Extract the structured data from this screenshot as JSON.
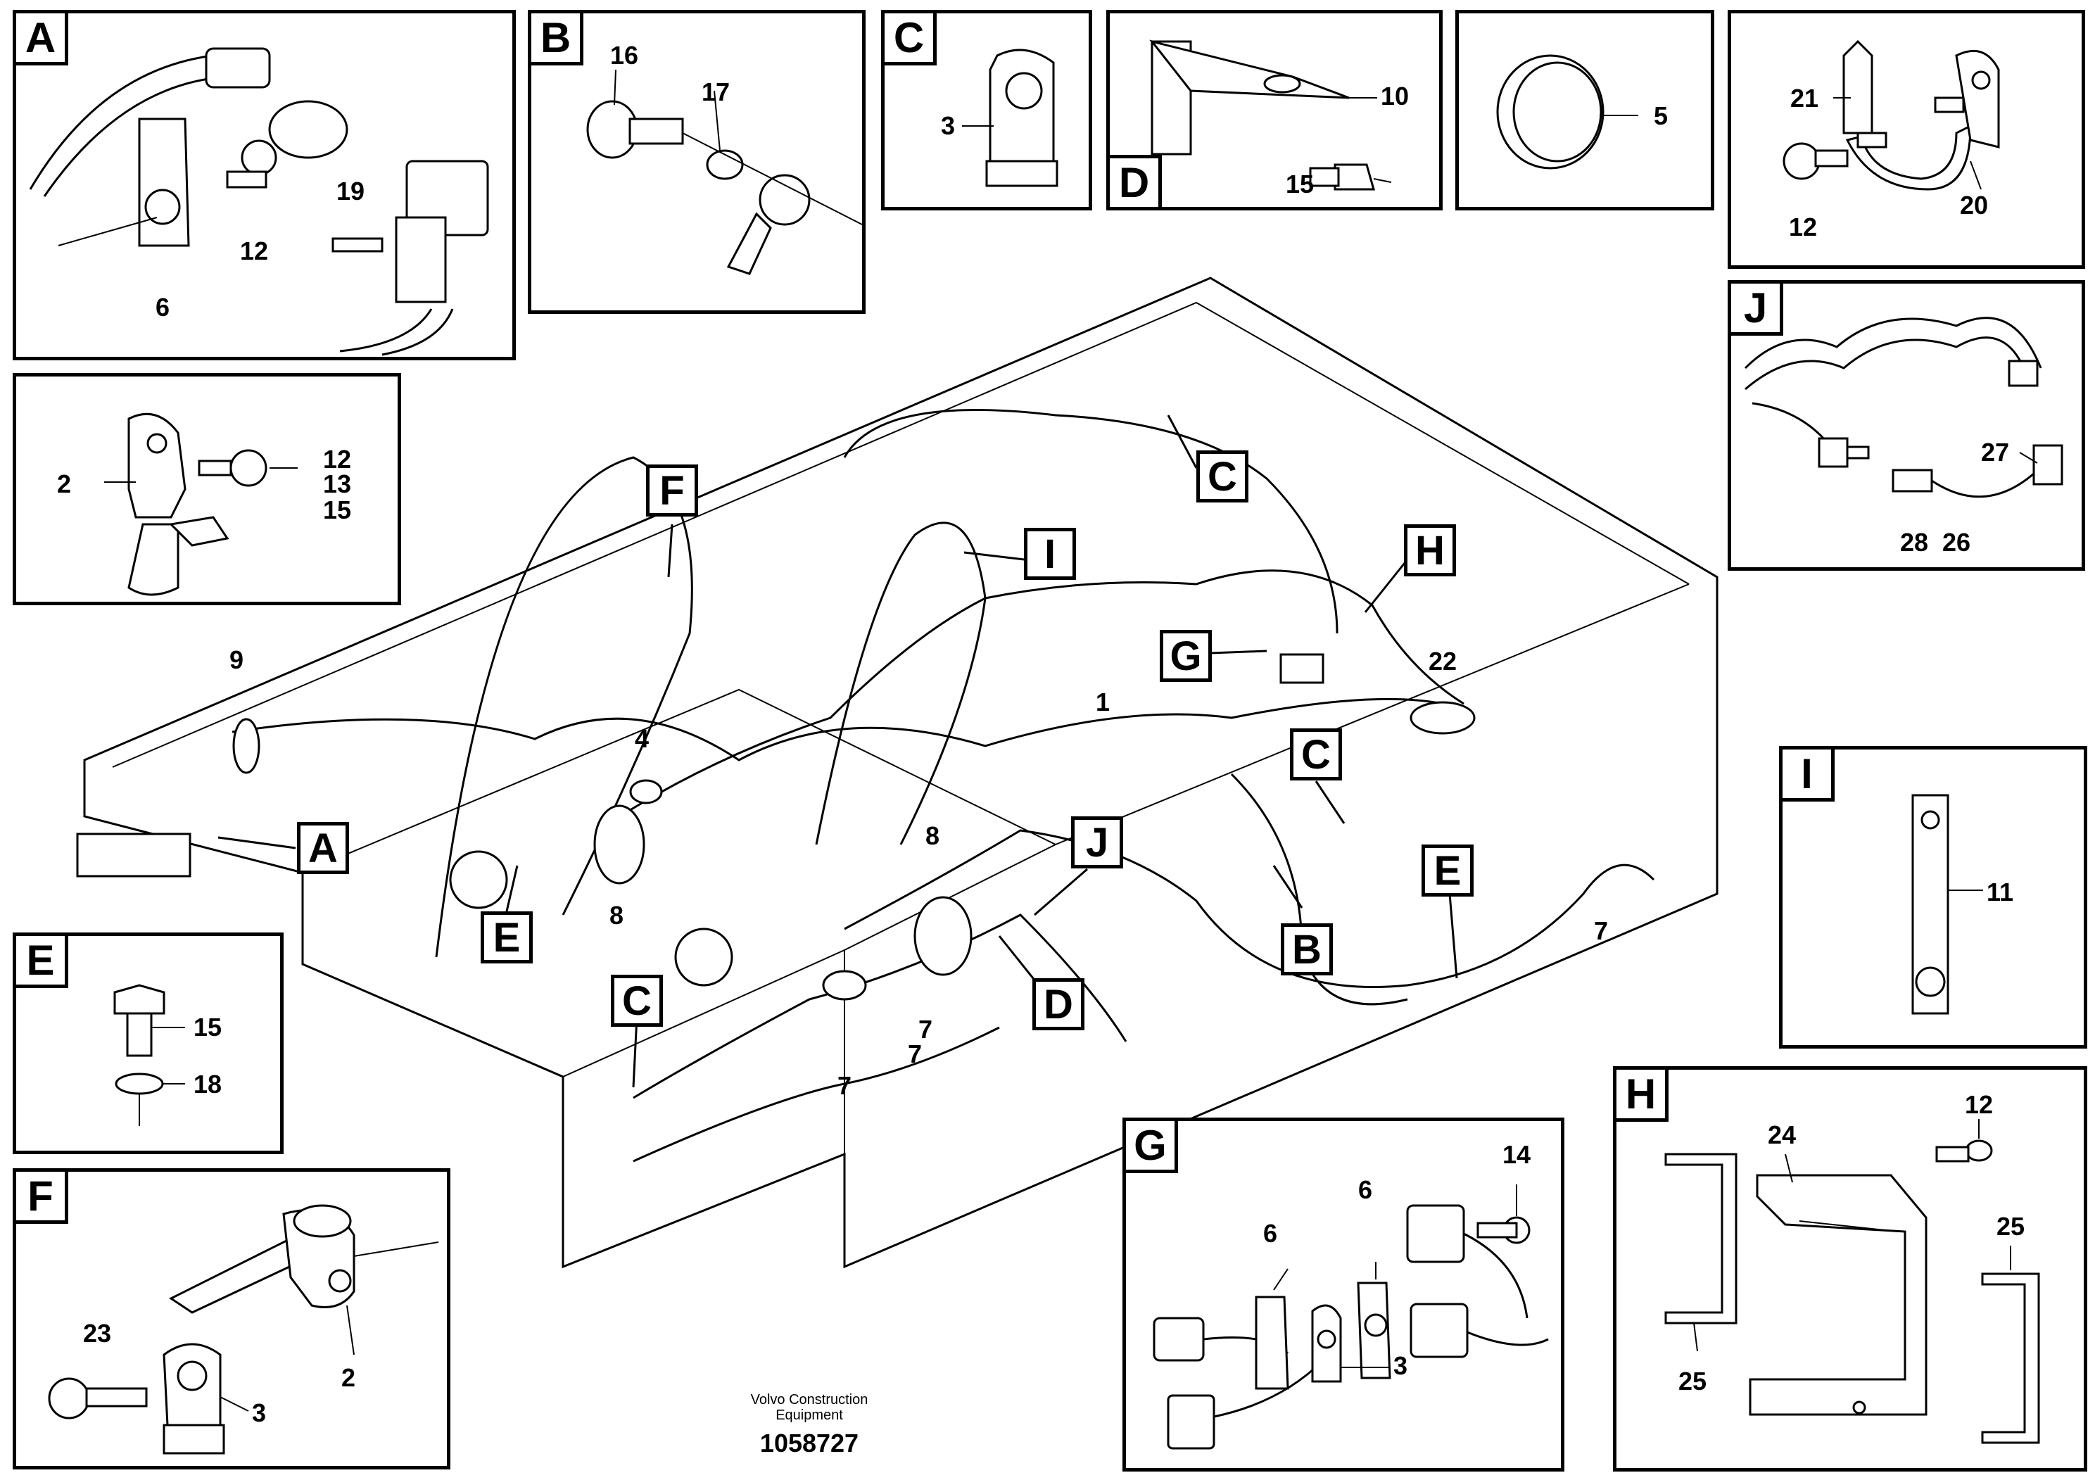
{
  "panels": {
    "A": {
      "letter": "A",
      "numbers": [
        "19",
        "12",
        "6"
      ]
    },
    "B": {
      "letter": "B",
      "numbers": [
        "16",
        "17"
      ]
    },
    "C": {
      "letter": "C",
      "numbers": [
        "3"
      ]
    },
    "D": {
      "letter": "D",
      "numbers": [
        "10",
        "15"
      ]
    },
    "P5": {
      "numbers": [
        "5"
      ]
    },
    "P21": {
      "numbers": [
        "21",
        "12",
        "20"
      ]
    },
    "P2": {
      "numbers": [
        "2",
        "12",
        "13",
        "15"
      ]
    },
    "J": {
      "letter": "J",
      "numbers": [
        "27",
        "28",
        "26"
      ]
    },
    "I": {
      "letter": "I",
      "numbers": [
        "11"
      ]
    },
    "E": {
      "letter": "E",
      "numbers": [
        "15",
        "18"
      ]
    },
    "F": {
      "letter": "F",
      "numbers": [
        "23",
        "3",
        "2"
      ]
    },
    "G": {
      "letter": "G",
      "numbers": [
        "14",
        "6",
        "6",
        "3"
      ]
    },
    "H": {
      "letter": "H",
      "numbers": [
        "12",
        "24",
        "25",
        "25"
      ]
    }
  },
  "main": {
    "callouts": [
      "F",
      "I",
      "C",
      "H",
      "G",
      "C",
      "A",
      "E",
      "J",
      "D",
      "B",
      "E",
      "C"
    ],
    "numbers": [
      "9",
      "4",
      "8",
      "8",
      "1",
      "22",
      "7",
      "7",
      "7",
      "7"
    ]
  },
  "footer": {
    "company_line1": "Volvo Construction",
    "company_line2": "Equipment",
    "doc_number": "1058727"
  }
}
